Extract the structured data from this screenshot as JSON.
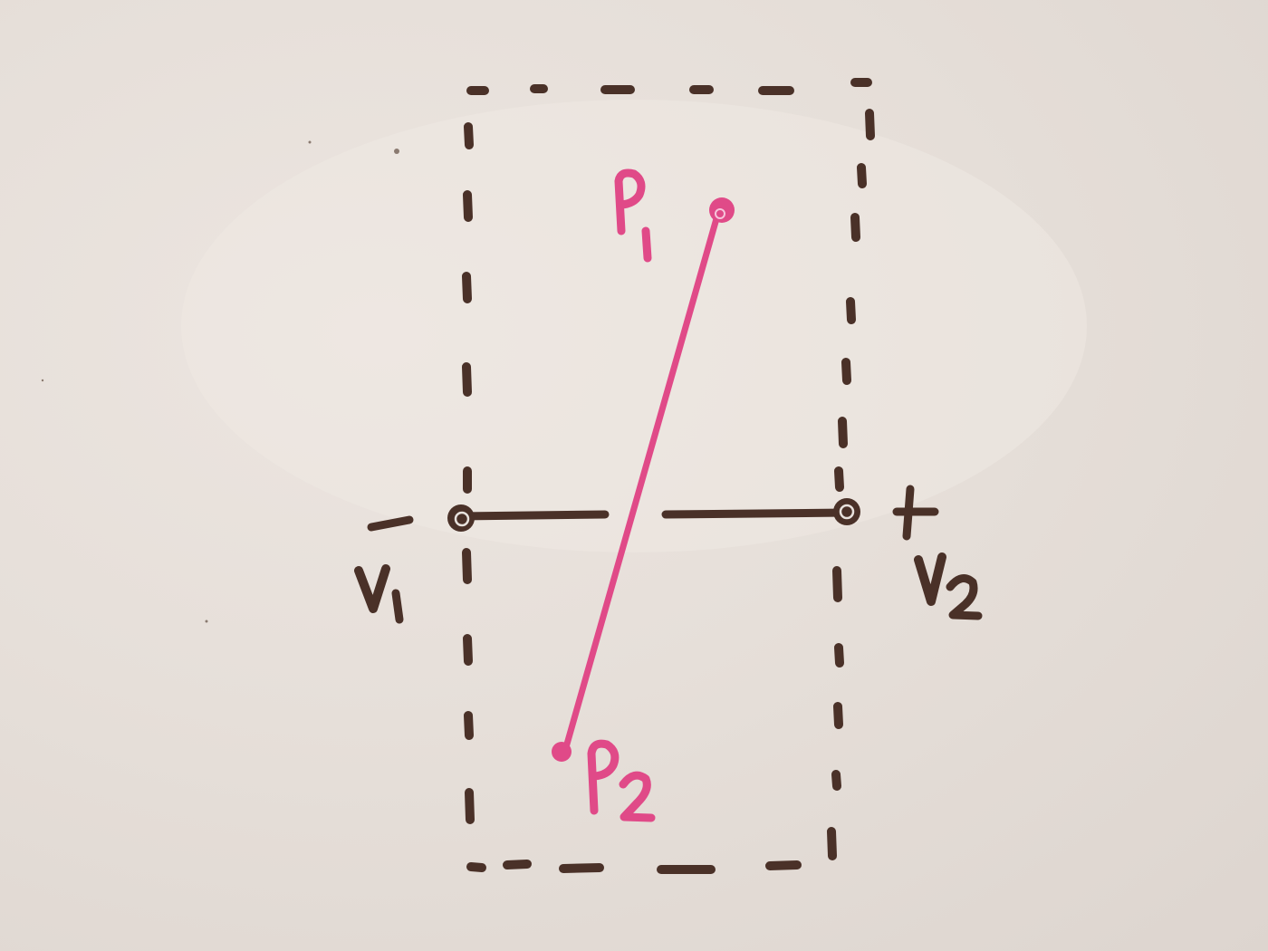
{
  "photo": {
    "subject": "whiteboard",
    "ink_colors": {
      "dark": "#4a3128",
      "pink": "#e04a88"
    }
  },
  "labels": {
    "p1": "P1",
    "p2": "P2",
    "v1": "V1",
    "v2": "V2",
    "minus_sign": "−",
    "plus_sign": "+"
  }
}
